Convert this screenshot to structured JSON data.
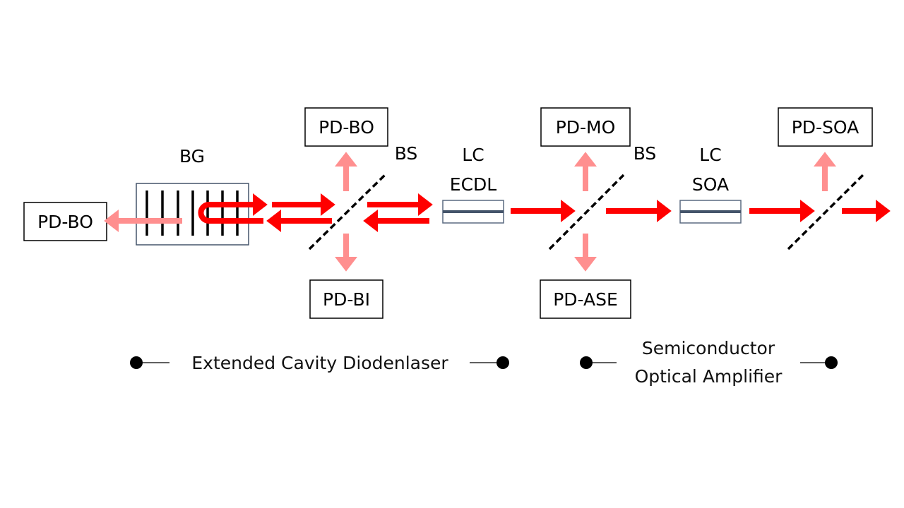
{
  "diagram": {
    "components": {
      "pd_bo_left": "PD-BO",
      "bg": "BG",
      "pd_bo_top": "PD-BO",
      "bs1": "BS",
      "pd_bi": "PD-BI",
      "lc_ecdl_line1": "LC",
      "lc_ecdl_line2": "ECDL",
      "pd_mo": "PD-MO",
      "bs2": "BS",
      "pd_ase": "PD-ASE",
      "lc_soa_line1": "LC",
      "lc_soa_line2": "SOA",
      "pd_soa": "PD-SOA"
    },
    "sections": {
      "ecdl": "Extended Cavity Diodenlaser",
      "soa_line1": "Semiconductor",
      "soa_line2": "Optical Amplifier"
    },
    "colors": {
      "beam": "#ff0000",
      "beam_tap": "#ff8f8f",
      "lens_border": "#5a6a80",
      "lens_bar": "#44546a",
      "bg_border": "#44546a"
    }
  }
}
